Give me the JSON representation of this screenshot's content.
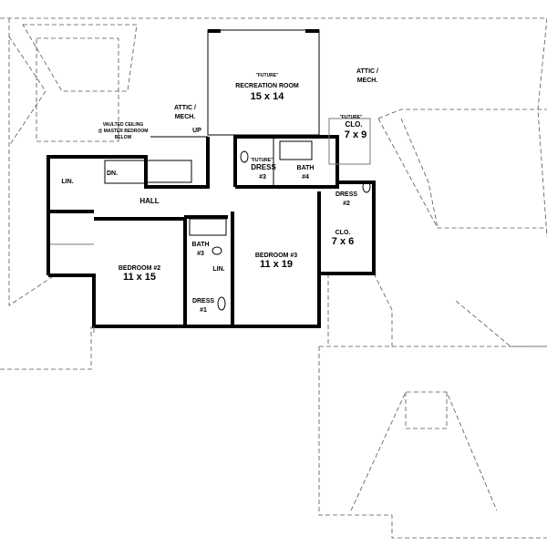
{
  "rooms": {
    "recreation": {
      "note": "\"FUTURE\"",
      "name": "RECREATION ROOM",
      "size": "15 x 14"
    },
    "attic_mech_right": {
      "line1": "ATTIC /",
      "line2": "MECH."
    },
    "attic_mech_left": {
      "line1": "ATTIC /",
      "line2": "MECH."
    },
    "vaulted": {
      "line1": "VAULTED CEILING",
      "line2": "@ MASTER BEDROOM",
      "line3": "BELOW"
    },
    "stair_up": "UP",
    "stair_dn": "DN.",
    "closet_future": {
      "note": "\"FUTURE\"",
      "name": "CLO.",
      "size": "7 x 9"
    },
    "dress3": {
      "note": "\"FUTURE\"",
      "name": "DRESS",
      "num": "#3"
    },
    "bath4": {
      "name": "BATH",
      "num": "#4"
    },
    "lin_left": "LIN.",
    "hall": "HALL",
    "dress2": {
      "name": "DRESS",
      "num": "#2"
    },
    "closet": {
      "name": "CLO.",
      "size": "7 x 6"
    },
    "bath3": {
      "name": "BATH",
      "num": "#3"
    },
    "lin_mid": "LIN.",
    "bedroom3": {
      "name": "BEDROOM #3",
      "size": "11 x 19"
    },
    "bedroom2": {
      "name": "BEDROOM #2",
      "size": "11 x 15"
    },
    "dress1": {
      "name": "DRESS",
      "num": "#1"
    }
  }
}
